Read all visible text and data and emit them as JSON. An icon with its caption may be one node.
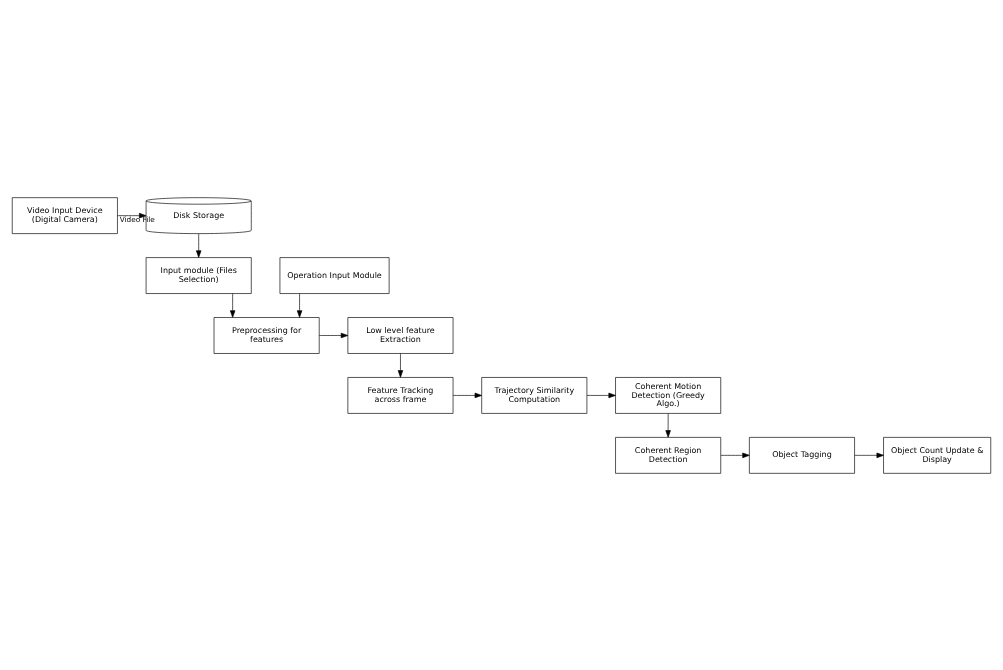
{
  "diagram": {
    "nodes": [
      {
        "text": [
          "Video Input Device (Digital Camera)"
        ]
      },
      {
        "text": [
          "Disk Storage"
        ]
      },
      {
        "text": [
          "Operation Input Module"
        ]
      },
      {
        "text": [
          "Input module (Files Selection)"
        ]
      },
      {
        "text": [
          "Preprocessing for features"
        ]
      },
      {
        "text": [
          "Low level feature Extraction"
        ]
      },
      {
        "text": [
          "Feature Tracking across frame"
        ]
      },
      {
        "text": [
          "Trajectory Similarity Computation"
        ]
      },
      {
        "text": [
          "Coherent Motion Detection (Greedy Algo.)"
        ]
      },
      {
        "text": [
          "Coherent Region Detection"
        ]
      },
      {
        "text": [
          "Object Tagging"
        ]
      },
      {
        "text": [
          "Object Count Update & Display"
        ]
      }
    ],
    "edges": [
      {
        "from": 0,
        "to": 1,
        "arrow": "to",
        "label": "Video File"
      },
      {
        "from": 1,
        "to": 3,
        "arrow": "to"
      },
      {
        "from": 2,
        "to": 4,
        "arrow": "to"
      },
      {
        "from": 3,
        "to": 4,
        "arrow": "to"
      },
      {
        "from": 4,
        "to": 5,
        "arrow": "to"
      },
      {
        "from": 5,
        "to": 6,
        "arrow": "to"
      },
      {
        "from": 6,
        "to": 7,
        "arrow": "to"
      },
      {
        "from": 7,
        "to": 8,
        "arrow": "to"
      },
      {
        "from": 8,
        "to": 9,
        "arrow": "to"
      },
      {
        "from": 9,
        "to": 10,
        "arrow": "to"
      },
      {
        "from": 10,
        "to": 11,
        "arrow": "to"
      }
    ]
  }
}
